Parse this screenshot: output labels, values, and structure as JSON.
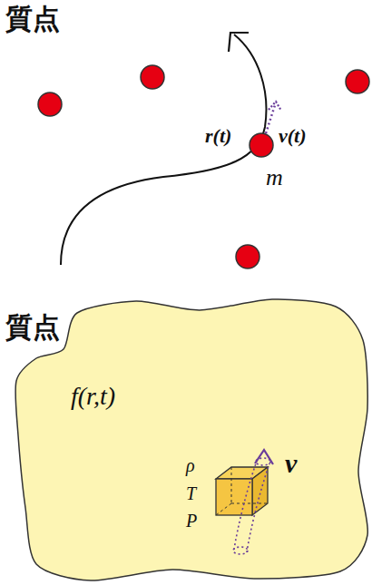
{
  "diagram": {
    "nodes": [
      {
        "text": [
          "f(r,t)"
        ]
      }
    ],
    "labels": [
      "質点",
      "r(t)",
      "v(t)",
      "m",
      "質点",
      "ρ",
      "T",
      "P",
      "v"
    ]
  }
}
